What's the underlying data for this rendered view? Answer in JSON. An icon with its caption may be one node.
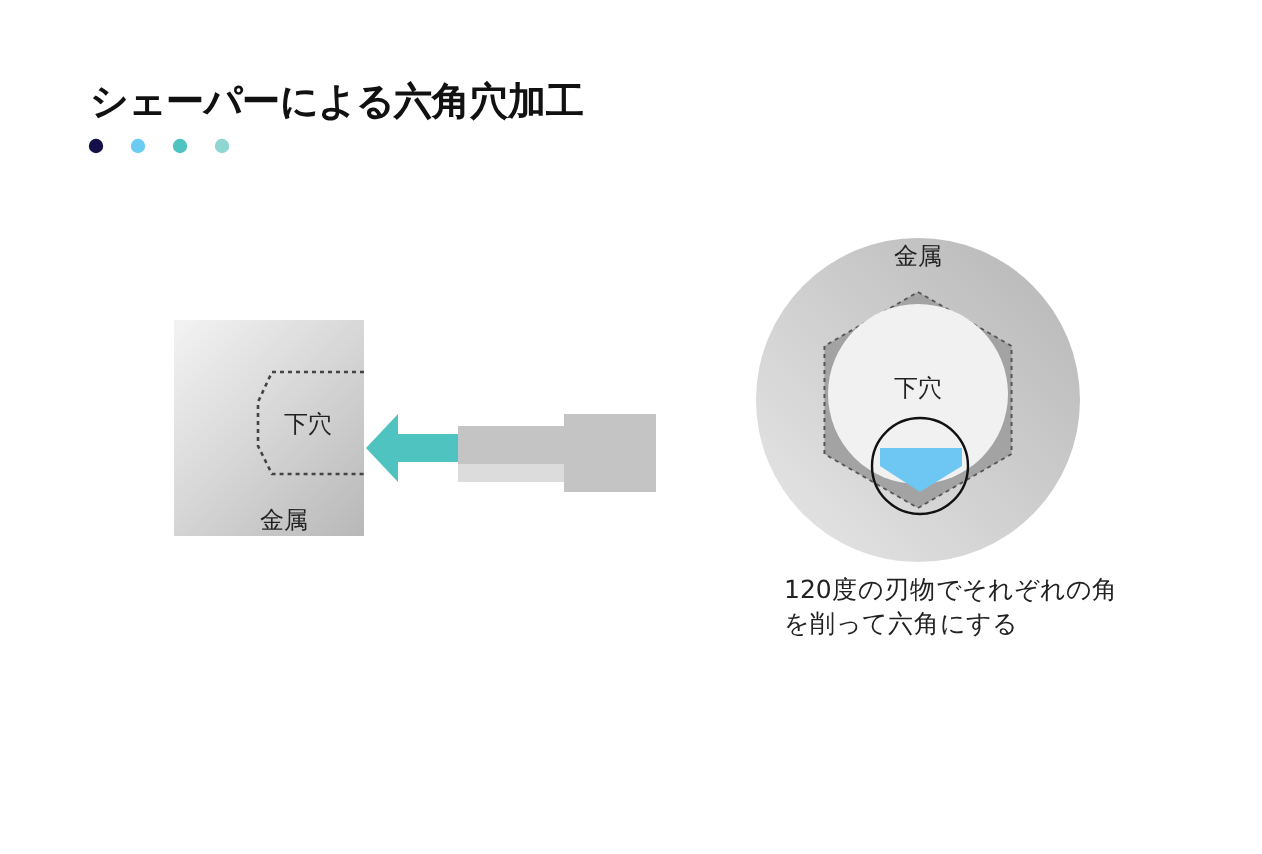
{
  "diagram": {
    "title": "シェーパーによる六角穴加工",
    "nodes": [
      {
        "text": [
          "金属"
        ]
      },
      {
        "text": [
          "下穴"
        ],
        "in": 0
      },
      {
        "text": [],
        "shape": "bar"
      },
      {
        "text": [
          "金属"
        ]
      },
      {
        "text": [
          "下穴"
        ],
        "in": 3
      }
    ],
    "edges": [
      {
        "from": 2,
        "to": 0,
        "arrow": "to",
        "color": "#4fc3c0"
      }
    ],
    "labels": [
      "120度の刃物でそれぞれの角を削って六角にする"
    ]
  }
}
